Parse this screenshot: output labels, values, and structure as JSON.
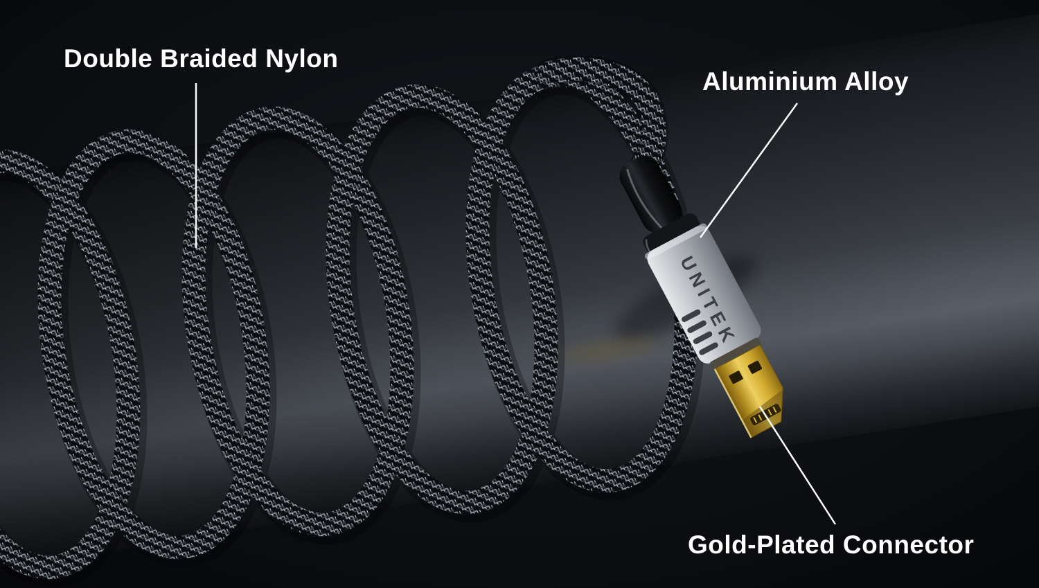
{
  "scene": {
    "brand": "UNITEK",
    "background_color": "#0a0c10",
    "callout_line_color": "#ffffff",
    "label_text_color": "#ffffff",
    "alloy_color": "#b9bdc3",
    "gold_color": "#d9b542",
    "cable_braid_colors": [
      "#0c0d10",
      "#878d96",
      "#d6dae0"
    ]
  },
  "callouts": {
    "braided_nylon": {
      "label": "Double Braided Nylon"
    },
    "aluminium_alloy": {
      "label": "Aluminium Alloy"
    },
    "gold_plated": {
      "label": "Gold-Plated Connector"
    }
  }
}
